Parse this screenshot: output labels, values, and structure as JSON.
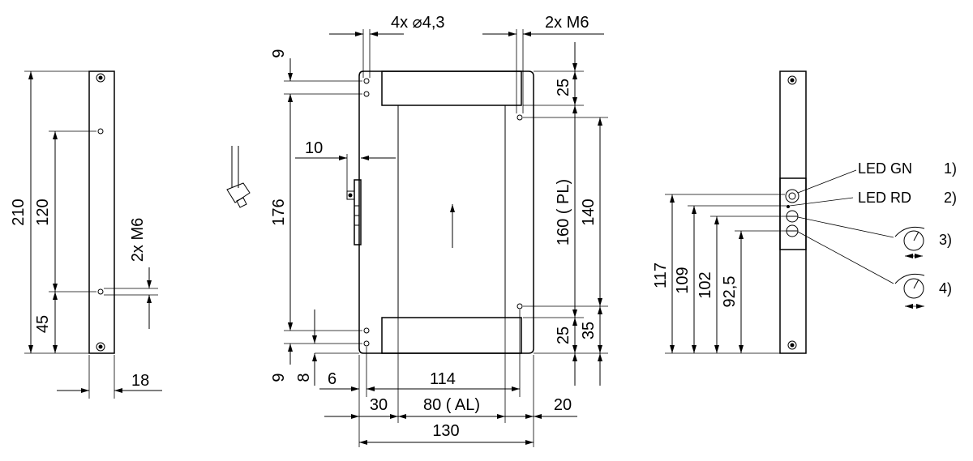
{
  "side_view": {
    "d_total": "210",
    "d_hole_spacing": "120",
    "d_bottom": "45",
    "d_thread": "2x M6",
    "d_width": "18"
  },
  "front_view": {
    "d_holes": "4x ⌀4,3",
    "d_thread": "2x M6",
    "d_top_offset": "9",
    "d_height": "176",
    "d_connector": "10",
    "d_bottom_offset": "9",
    "d_8": "8",
    "d_6": "6",
    "d_114": "114",
    "d_30": "30",
    "d_80al": "80  ( AL)",
    "d_20": "20",
    "d_130": "130",
    "d_25_top": "25",
    "d_160pl": "160  ( PL)",
    "d_140": "140",
    "d_25_bottom": "25",
    "d_35": "35"
  },
  "right_view": {
    "d_117": "117",
    "d_109": "109",
    "d_102": "102",
    "d_92_5": "92,5",
    "led_gn": "LED GN",
    "led_gn_ref": "1)",
    "led_rd": "LED RD",
    "led_rd_ref": "2)",
    "pot1_ref": "3)",
    "pot2_ref": "4)"
  }
}
